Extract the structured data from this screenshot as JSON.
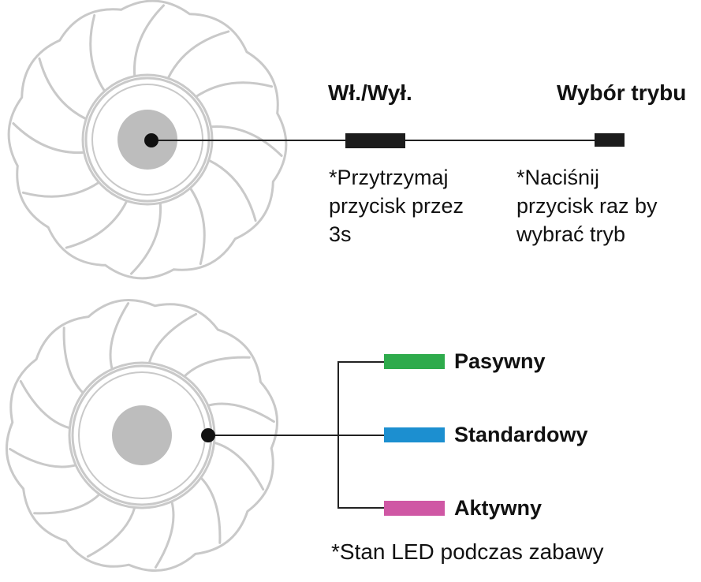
{
  "top_panel": {
    "power_heading": "Wł./Wył.",
    "mode_heading": "Wybór trybu",
    "power_note": [
      "*Przytrzymaj",
      "przycisk przez",
      "3s"
    ],
    "mode_note": [
      "*Naciśnij",
      "przycisk raz by",
      "wybrać tryb"
    ]
  },
  "bottom_panel": {
    "modes": [
      {
        "label": "Pasywny",
        "color": "#2eab4c"
      },
      {
        "label": "Standardowy",
        "color": "#1c8fd0"
      },
      {
        "label": "Aktywny",
        "color": "#cf57a4"
      }
    ],
    "footnote": "*Stan LED podczas zabawy"
  },
  "colors": {
    "outline": "#c9c9c9",
    "button_gray": "#bdbdbd",
    "line": "#222222"
  },
  "icons": {
    "toy_icon": "ball-toy-icon",
    "button_dot": "button-dot-icon"
  }
}
